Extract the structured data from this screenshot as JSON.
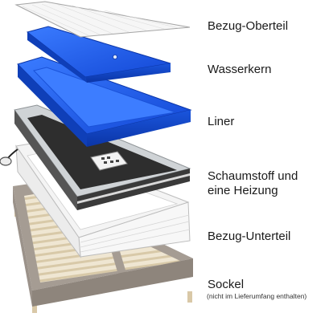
{
  "layers": [
    {
      "id": "cover-top",
      "label": "Bezug-Oberteil"
    },
    {
      "id": "water-core",
      "label": "Wasserkern"
    },
    {
      "id": "liner",
      "label": "Liner"
    },
    {
      "id": "foam-heater",
      "label_line1": "Schaumstoff und",
      "label_line2": "eine Heizung"
    },
    {
      "id": "cover-bottom",
      "label": "Bezug-Unterteil"
    },
    {
      "id": "base",
      "label": "Sockel",
      "note": "(nicht im Lieferumfang enthalten)"
    }
  ],
  "colors": {
    "water": "#1f5fe6",
    "water_dark": "#0e3fb8",
    "frame": "#2f2f2f",
    "frame_grey": "#c9cdd0",
    "base": "#a49a92",
    "slats": "#e8dcc3"
  }
}
